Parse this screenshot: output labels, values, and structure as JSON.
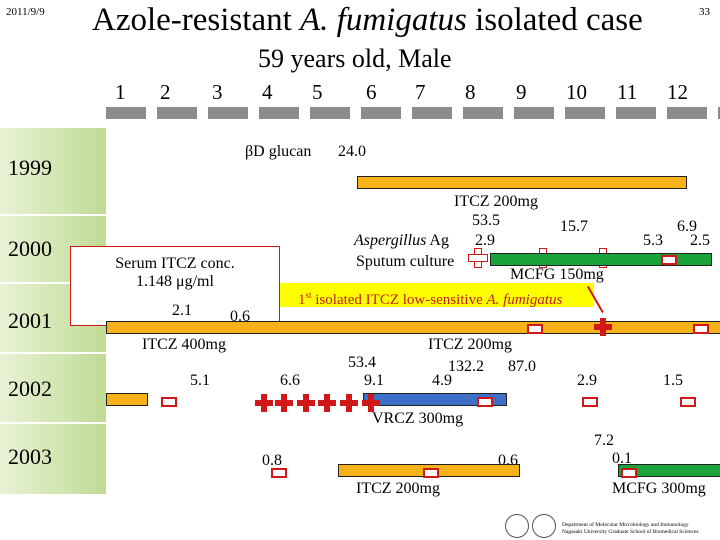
{
  "header": {
    "date": "2011/9/9",
    "slide_number": "33",
    "title_prefix": "Azole-resistant ",
    "title_italic": "A. fumigatus",
    "title_suffix": " isolated case",
    "subtitle": "59 years old, Male"
  },
  "months": [
    "1",
    "2",
    "3",
    "4",
    "5",
    "6",
    "7",
    "8",
    "9",
    "10",
    "11",
    "12"
  ],
  "years": [
    "1999",
    "2000",
    "2001",
    "2002",
    "2003"
  ],
  "labels": {
    "bd_glucan": "βD glucan",
    "bd_glucan_value": "24.0",
    "itcz_200_1": "ITCZ 200mg",
    "aspergillus_ag_italic": "Aspergillus",
    "aspergillus_ag_rest": " Ag",
    "sputum_culture": "Sputum culture",
    "mcfg_150": "MCFG 150mg",
    "itcz_400": "ITCZ 400mg",
    "itcz_200_2": "ITCZ 200mg",
    "vrcz_300": "VRCZ 300mg",
    "itcz_200_3": "ITCZ 200mg",
    "mcfg_300": "MCFG 300mg"
  },
  "serum_box": {
    "line1": "Serum ITCZ conc.",
    "line2": "1.148 μg/ml"
  },
  "note": {
    "superscript_prefix": "1",
    "superscript": "st",
    "text": " isolated ITCZ low-sensitive ",
    "italic": "A. fumigatus"
  },
  "values": {
    "v_53_5": "53.5",
    "v_15_7": "15.7",
    "v_6_9": "6.9",
    "v_2_9a": "2.9",
    "v_5_3": "5.3",
    "v_2_5": "2.5",
    "v_2_1": "2.1",
    "v_0_6a": "0.6",
    "v_53_4": "53.4",
    "v_132_2": "132.2",
    "v_87_0": "87.0",
    "v_5_1": "5.1",
    "v_6_6": "6.6",
    "v_9_1": "9.1",
    "v_4_9": "4.9",
    "v_2_9b": "2.9",
    "v_1_5": "1.5",
    "v_7_2": "7.2",
    "v_0_8": "0.8",
    "v_0_6b": "0.6",
    "v_0_1": "0.1"
  },
  "footer": {
    "line1": "Department of Molecular Microbiology and Immunology",
    "line2": "Nagasaki University Graduate School of Biomedical Sciences"
  },
  "colors": {
    "year_band": "#bfdc94",
    "timeline_gray": "#8c8c8c",
    "orange": "#f7b219",
    "green": "#1aa33a",
    "blue": "#3d6fc7",
    "red": "#d01818",
    "note_bg": "#ffff00"
  }
}
